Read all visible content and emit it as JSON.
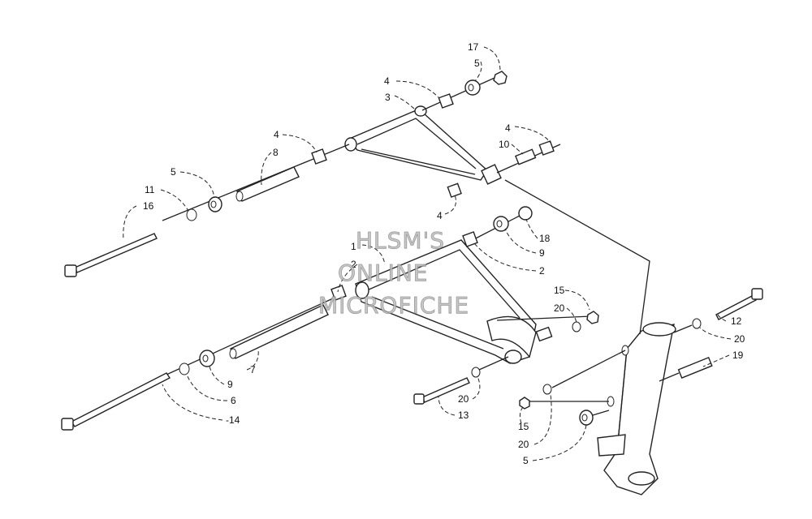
{
  "watermark": {
    "line1": "HLSM'S",
    "line2": "ONLINE",
    "line3": "MICROFICHE"
  },
  "callouts": {
    "c17": "17",
    "c5a": "5",
    "c4a": "4",
    "c3": "3",
    "c4b": "4",
    "c8": "8",
    "c4c": "4",
    "c10": "10",
    "c5b": "5",
    "c11": "11",
    "c16": "16",
    "c4d": "4",
    "c18": "18",
    "c9a": "9",
    "c1": "1",
    "c2a": "2",
    "c2b": "2",
    "c15a": "15",
    "c20a": "20",
    "c12": "12",
    "c20b": "20",
    "c19": "19",
    "c7": "7",
    "c9b": "9",
    "c6": "6",
    "c14": "-14",
    "c20c": "20",
    "c13": "13",
    "c15b": "15",
    "c20d": "20",
    "c5c": "5"
  }
}
